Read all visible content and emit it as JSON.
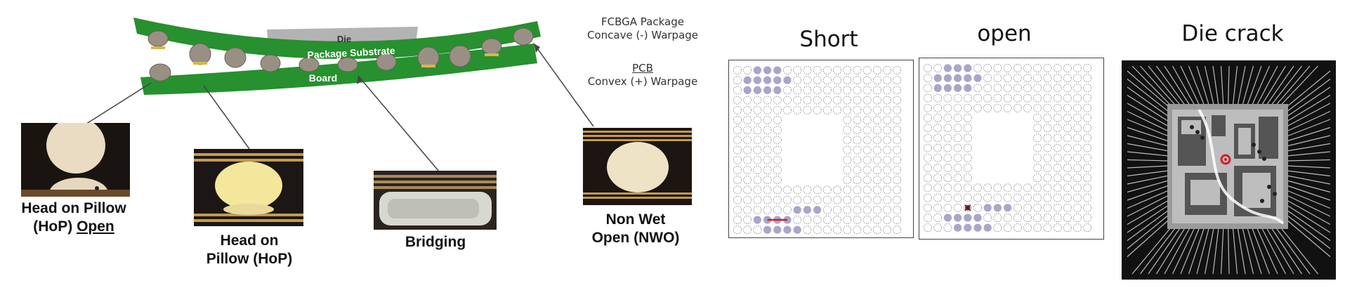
{
  "warpage": {
    "die_label": "Die",
    "substrate_label": "Package Substrate",
    "board_label": "Board",
    "fcbga_line1": "FCBGA Package",
    "fcbga_line2": "Concave (-) Warpage",
    "pcb_label": "PCB",
    "pcb_line2": "Convex (+) Warpage"
  },
  "defects": [
    {
      "line1": "Head on Pillow",
      "line2_prefix": "(HoP) ",
      "line2_underlined": "Open"
    },
    {
      "line1": "Head on",
      "line2": "Pillow (HoP)"
    },
    {
      "line1": "Bridging"
    },
    {
      "line1": "Non Wet",
      "line2": "Open (NWO)"
    }
  ],
  "panels": {
    "short_title": "Short",
    "open_title": "open",
    "crack_title": "Die crack"
  },
  "colors": {
    "board_green": "#1f8c2a",
    "ball_filled": "#a9a6c9",
    "marker_red": "#d0202a"
  }
}
